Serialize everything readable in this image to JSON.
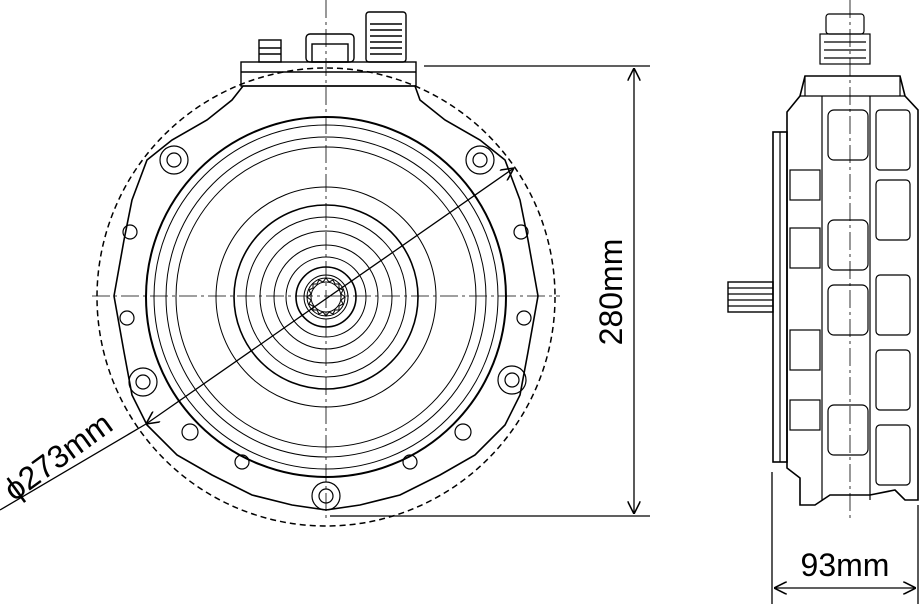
{
  "diagram": {
    "front_view": {
      "diameter_label": "ϕ273mm",
      "height_label": "280mm"
    },
    "side_view": {
      "width_label": "93mm"
    },
    "colors": {
      "line": "#000000",
      "background": "#ffffff"
    }
  }
}
